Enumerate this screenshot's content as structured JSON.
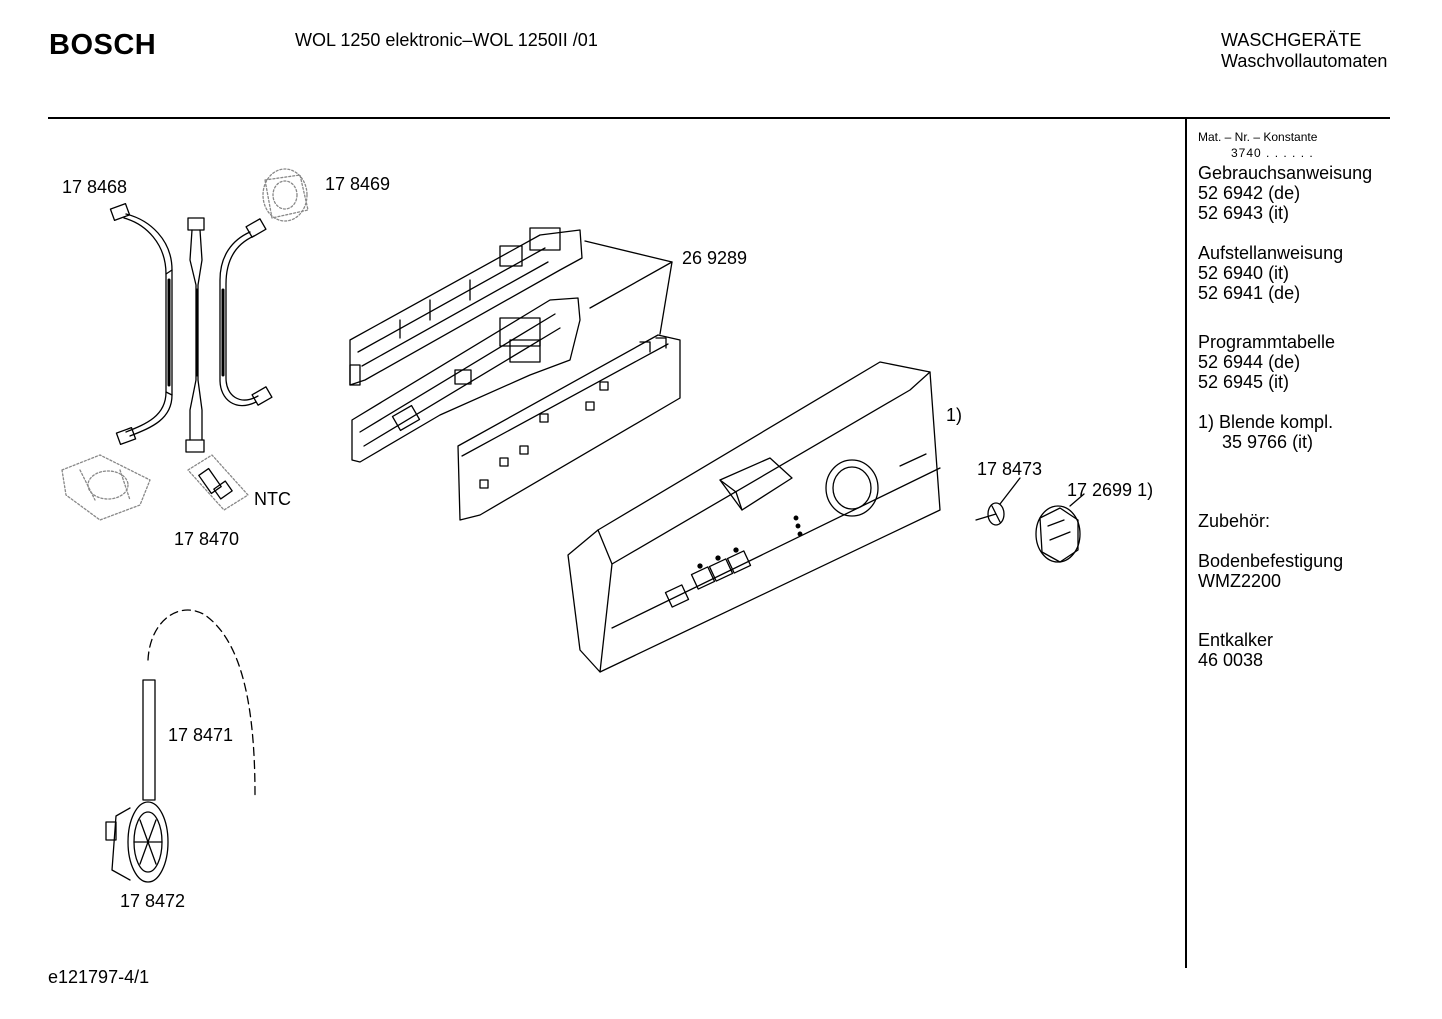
{
  "header": {
    "brand": "BOSCH",
    "model": "WOL 1250 elektronic–WOL 1250II /01",
    "category_line1": "WASCHGERÄTE",
    "category_line2": "Waschvollautomaten"
  },
  "sidebar": {
    "mat_header": "Mat. – Nr. – Konstante",
    "mat_value": "3740 . .  . . . .",
    "sections": [
      {
        "title": "Gebrauchsanweisung",
        "lines": [
          "52 6942 (de)",
          "52 6943 (it)"
        ]
      },
      {
        "title": "Aufstellanweisung",
        "lines": [
          "52 6940 (it)",
          "52 6941 (de)"
        ]
      },
      {
        "title": "Programmtabelle",
        "lines": [
          "52 6944 (de)",
          "52 6945 (it)"
        ]
      },
      {
        "title": "1) Blende kompl.",
        "lines": [
          "35 9766 (it)"
        ]
      },
      {
        "title": "Zubehör:",
        "lines": []
      },
      {
        "title": "Bodenbefestigung",
        "lines": [
          "WMZ2200"
        ]
      },
      {
        "title": "Entkalker",
        "lines": [
          "46 0038"
        ]
      }
    ]
  },
  "parts": {
    "p178468": "17 8468",
    "p178469": "17 8469",
    "p269289": "26 9289",
    "p178470": "17 8470",
    "ntc": "NTC",
    "p178471": "17 8471",
    "p178472": "17 8472",
    "p178473": "17 8473",
    "p172699": "17 2699 1)",
    "note1": "1)"
  },
  "footer": {
    "doc_id": "e121797-4/1"
  }
}
